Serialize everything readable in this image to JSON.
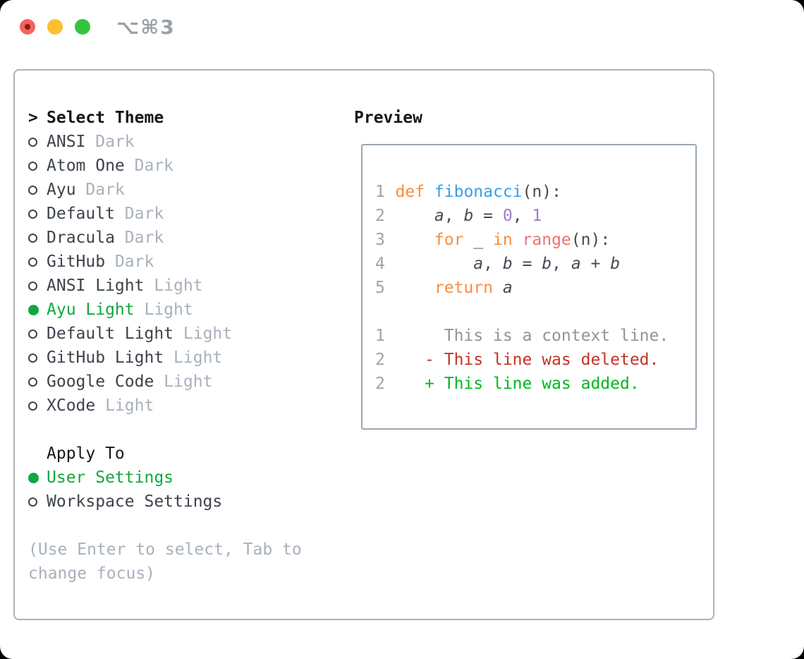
{
  "window": {
    "shortcut_label": "⌥⌘3",
    "traffic_lights": [
      "close",
      "minimize",
      "zoom"
    ]
  },
  "colors": {
    "accent_green": "#10a83e",
    "diff_added_green": "#00b81f",
    "diff_removed_red": "#c43225",
    "keyword_orange": "#fa8d3e",
    "function_blue": "#399ee6",
    "number_purple": "#a37acc",
    "range_coral": "#f07171",
    "muted_gray": "#a8b1bb",
    "panel_border": "#a9b3bd",
    "traffic_red": "#f4625d",
    "traffic_yellow": "#fcbf2d",
    "traffic_green": "#33c53e"
  },
  "theme_picker": {
    "prompt": ">",
    "title": "Select Theme",
    "themes": [
      {
        "name": "ANSI",
        "tag": "Dark",
        "selected": false
      },
      {
        "name": "Atom One",
        "tag": "Dark",
        "selected": false
      },
      {
        "name": "Ayu",
        "tag": "Dark",
        "selected": false
      },
      {
        "name": "Default",
        "tag": "Dark",
        "selected": false
      },
      {
        "name": "Dracula",
        "tag": "Dark",
        "selected": false
      },
      {
        "name": "GitHub",
        "tag": "Dark",
        "selected": false
      },
      {
        "name": "ANSI Light",
        "tag": "Light",
        "selected": false
      },
      {
        "name": "Ayu Light",
        "tag": "Light",
        "selected": true
      },
      {
        "name": "Default Light",
        "tag": "Light",
        "selected": false
      },
      {
        "name": "GitHub Light",
        "tag": "Light",
        "selected": false
      },
      {
        "name": "Google Code",
        "tag": "Light",
        "selected": false
      },
      {
        "name": "XCode",
        "tag": "Light",
        "selected": false
      }
    ],
    "apply_to": {
      "title": "Apply To",
      "options": [
        {
          "name": "User Settings",
          "selected": true
        },
        {
          "name": "Workspace Settings",
          "selected": false
        }
      ]
    },
    "hint_lines": [
      "(Use Enter to select, Tab to",
      "change focus)"
    ]
  },
  "preview": {
    "title": "Preview",
    "code_lines": [
      {
        "gutter": "1",
        "segments": [
          {
            "text": "def",
            "style": "kw"
          },
          {
            "text": " ",
            "style": "pl"
          },
          {
            "text": "fibonacci",
            "style": "fn"
          },
          {
            "text": "(n):",
            "style": "pl"
          }
        ]
      },
      {
        "gutter": "2",
        "segments": [
          {
            "text": "    ",
            "style": "pl"
          },
          {
            "text": "a",
            "style": "var"
          },
          {
            "text": ", ",
            "style": "pl"
          },
          {
            "text": "b",
            "style": "var"
          },
          {
            "text": " = ",
            "style": "pl"
          },
          {
            "text": "0",
            "style": "num"
          },
          {
            "text": ", ",
            "style": "pl"
          },
          {
            "text": "1",
            "style": "num"
          }
        ]
      },
      {
        "gutter": "3",
        "segments": [
          {
            "text": "    ",
            "style": "pl"
          },
          {
            "text": "for",
            "style": "kw"
          },
          {
            "text": " _ ",
            "style": "pl"
          },
          {
            "text": "in",
            "style": "kw"
          },
          {
            "text": " ",
            "style": "pl"
          },
          {
            "text": "range",
            "style": "rng"
          },
          {
            "text": "(n):",
            "style": "pl"
          }
        ]
      },
      {
        "gutter": "4",
        "segments": [
          {
            "text": "        ",
            "style": "pl"
          },
          {
            "text": "a",
            "style": "var"
          },
          {
            "text": ", ",
            "style": "pl"
          },
          {
            "text": "b",
            "style": "var"
          },
          {
            "text": " = ",
            "style": "pl"
          },
          {
            "text": "b",
            "style": "var"
          },
          {
            "text": ", ",
            "style": "pl"
          },
          {
            "text": "a",
            "style": "var"
          },
          {
            "text": " + ",
            "style": "pl"
          },
          {
            "text": "b",
            "style": "var"
          }
        ]
      },
      {
        "gutter": "5",
        "segments": [
          {
            "text": "    ",
            "style": "pl"
          },
          {
            "text": "return",
            "style": "kw"
          },
          {
            "text": " ",
            "style": "pl"
          },
          {
            "text": "a",
            "style": "var"
          }
        ]
      },
      {
        "gutter": "",
        "segments": []
      },
      {
        "gutter": "1",
        "segments": [
          {
            "text": "     This is a context line.",
            "style": "ctx"
          }
        ]
      },
      {
        "gutter": "2",
        "segments": [
          {
            "text": "   - This line was deleted.",
            "style": "del"
          }
        ]
      },
      {
        "gutter": "2",
        "segments": [
          {
            "text": "   + This line was added.",
            "style": "add"
          }
        ]
      }
    ]
  }
}
